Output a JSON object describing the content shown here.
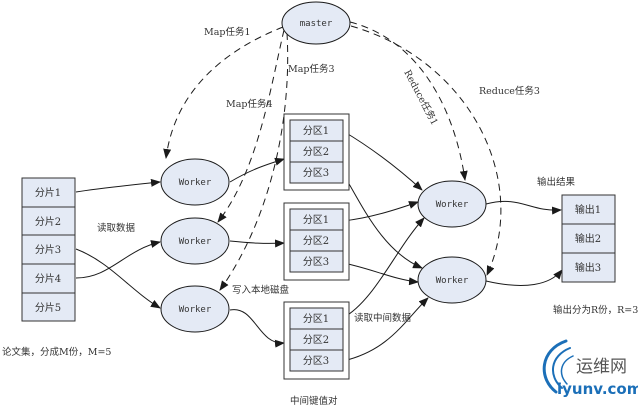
{
  "colors": {
    "node_fill": "#e4eaf5",
    "stroke": "#1a1a1a",
    "watermark_blue": "#1b6fb8"
  },
  "master": {
    "label": "master"
  },
  "input": {
    "shards": [
      "分片1",
      "分片2",
      "分片3",
      "分片4",
      "分片5"
    ],
    "caption": "论文集，分成M份，M=5",
    "read_label": "读取数据"
  },
  "map_workers": [
    "Worker",
    "Worker",
    "Worker"
  ],
  "map_tasks": [
    "Map任务1",
    "Map任务3",
    "Map任务4"
  ],
  "write_label": "写入本地磁盘",
  "partition_groups": [
    [
      "分区1",
      "分区2",
      "分区3"
    ],
    [
      "分区1",
      "分区2",
      "分区3"
    ],
    [
      "分区1",
      "分区2",
      "分区3"
    ]
  ],
  "intermediate_caption": "中间键值对",
  "read_intermediate_label": "读取中间数据",
  "reduce_tasks": [
    "Reduce任务1",
    "Reduce任务3"
  ],
  "reduce_workers": [
    "Worker",
    "Worker"
  ],
  "output": {
    "title": "输出结果",
    "items": [
      "输出1",
      "输出2",
      "输出3"
    ],
    "caption": "输出分为R份，R=3"
  },
  "watermark": {
    "cn": "运维网",
    "en": "iyunv.com"
  }
}
